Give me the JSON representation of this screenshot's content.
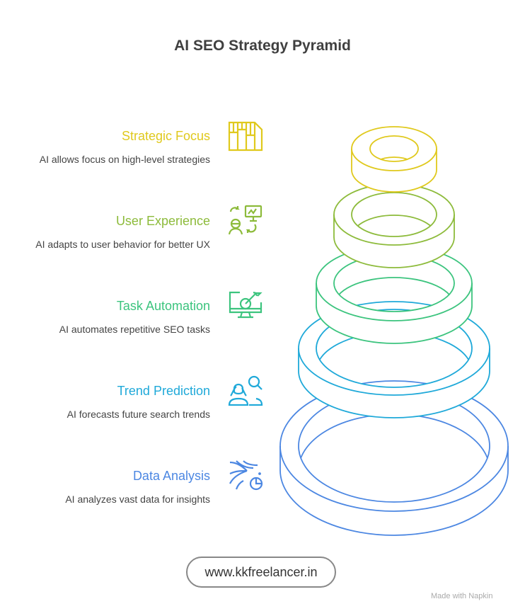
{
  "title": "AI SEO Strategy Pyramid",
  "levels": [
    {
      "title": "Strategic Focus",
      "description": "AI allows focus on high-level strategies",
      "color": "#E0C91D",
      "icon": "strategy-columns-icon"
    },
    {
      "title": "User Experience",
      "description": "AI adapts to user behavior for better UX",
      "color": "#8DBB3B",
      "icon": "user-feedback-icon"
    },
    {
      "title": "Task Automation",
      "description": "AI automates repetitive SEO tasks",
      "color": "#3CC47E",
      "icon": "monitor-target-icon"
    },
    {
      "title": "Trend Prediction",
      "description": "AI forecasts future search trends",
      "color": "#1FA9D9",
      "icon": "people-search-icon"
    },
    {
      "title": "Data Analysis",
      "description": "AI analyzes vast data for insights",
      "color": "#4C87E2",
      "icon": "data-flow-chart-icon"
    }
  ],
  "footer": {
    "link": "www.kkfreelancer.in",
    "watermark": "Made with Napkin"
  }
}
